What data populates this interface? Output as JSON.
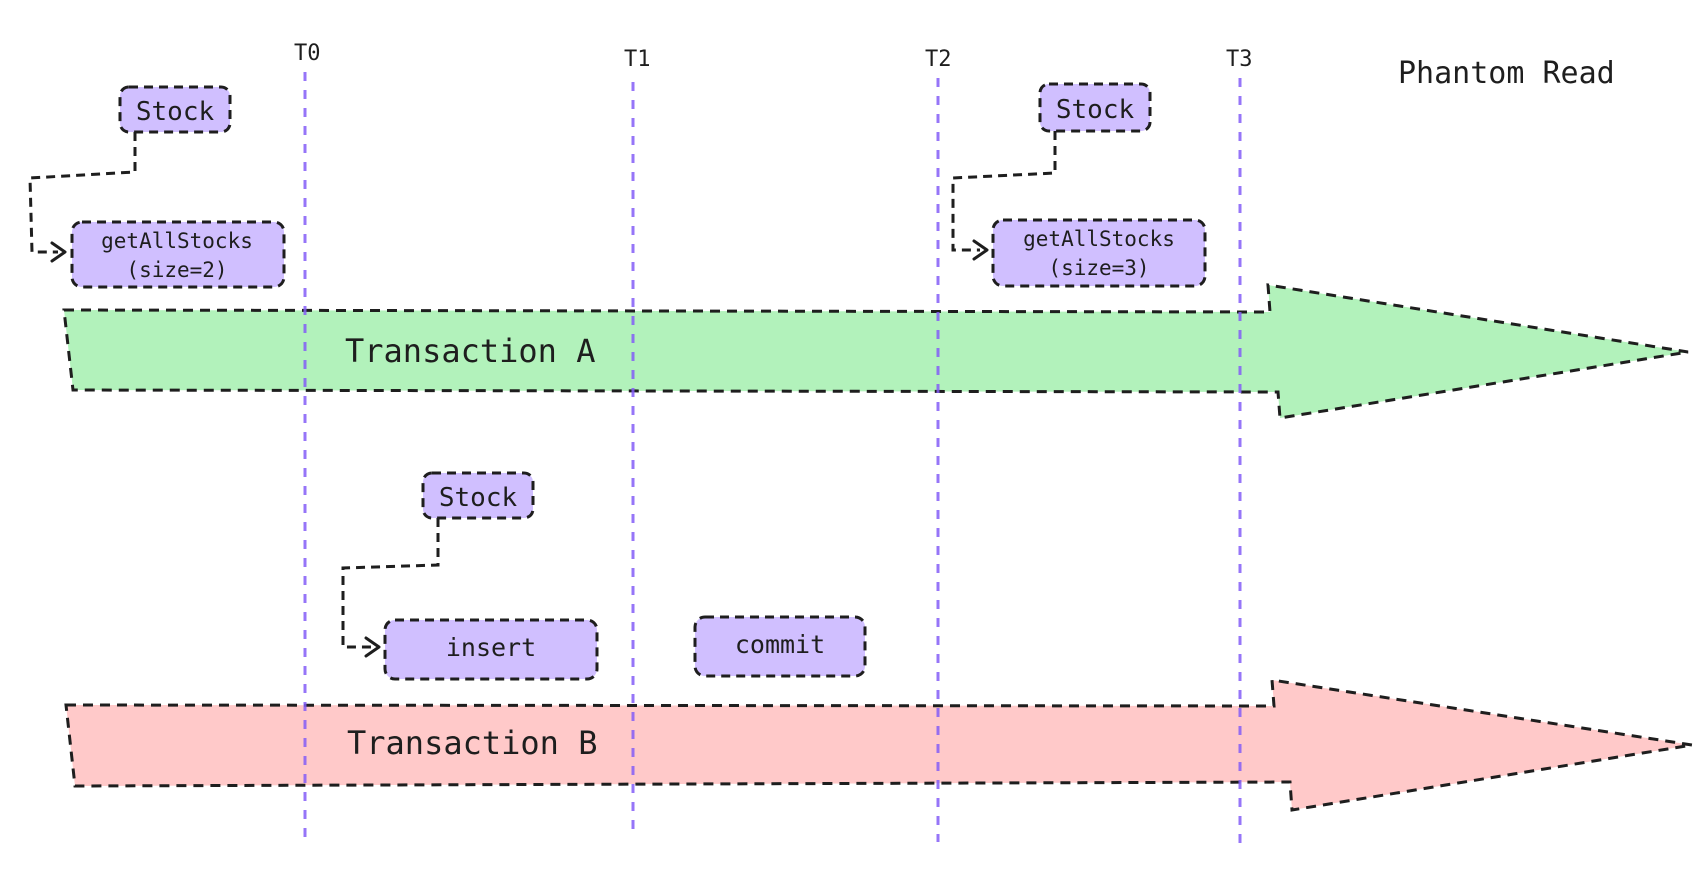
{
  "title": "Phantom Read",
  "colors": {
    "timeline": "#845ef7",
    "box_fill": "#d0bfff",
    "transaction_a": "#b2f2bb",
    "transaction_b": "#ffc9c9",
    "stroke": "#1e1e1e"
  },
  "timepoints": [
    "T0",
    "T1",
    "T2",
    "T3"
  ],
  "transaction_a": {
    "label": "Transaction A",
    "first_read": {
      "entity": "Stock",
      "op_line1": "getAllStocks",
      "op_line2": "(size=2)"
    },
    "second_read": {
      "entity": "Stock",
      "op_line1": "getAllStocks",
      "op_line2": "(size=3)"
    }
  },
  "transaction_b": {
    "label": "Transaction B",
    "write": {
      "entity": "Stock",
      "op": "insert"
    },
    "commit": "commit"
  }
}
